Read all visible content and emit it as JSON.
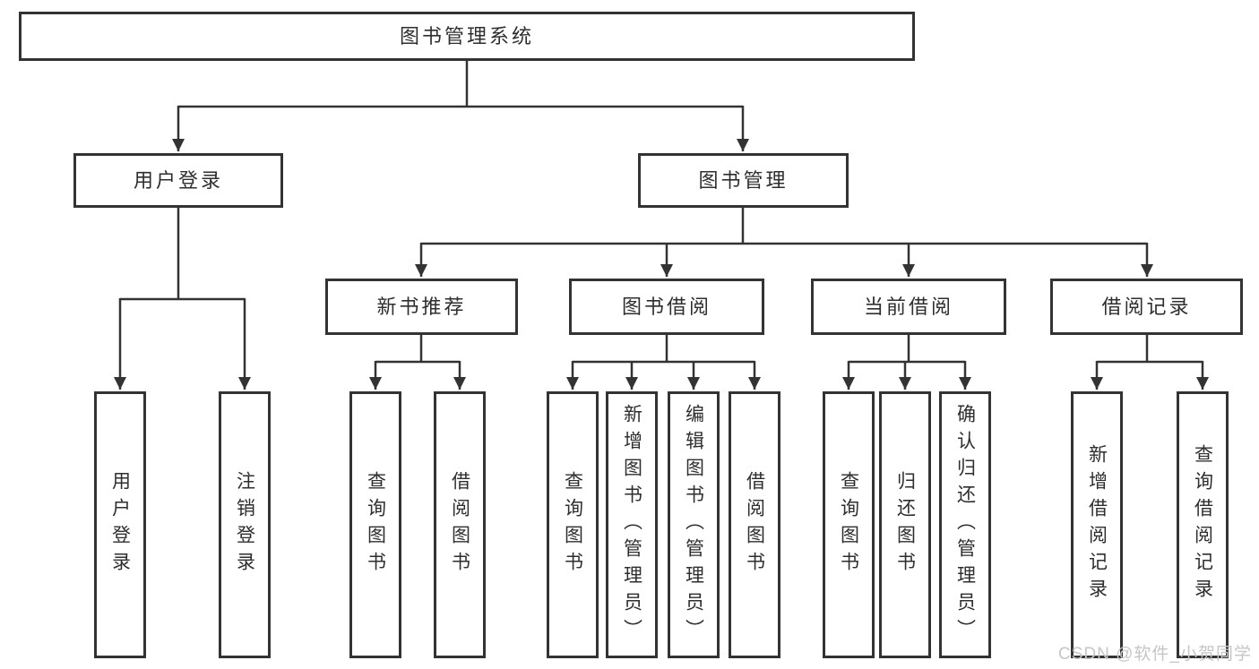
{
  "tree": {
    "root": "图书管理系统",
    "children": [
      {
        "label": "用户登录",
        "children": [
          {
            "label": "用户登录"
          },
          {
            "label": "注销登录"
          }
        ]
      },
      {
        "label": "图书管理",
        "children": [
          {
            "label": "新书推荐",
            "children": [
              {
                "label": "查询图书"
              },
              {
                "label": "借阅图书"
              }
            ]
          },
          {
            "label": "图书借阅",
            "children": [
              {
                "label": "查询图书"
              },
              {
                "label": "新增图书（管理员）"
              },
              {
                "label": "编辑图书（管理员）"
              },
              {
                "label": "借阅图书"
              }
            ]
          },
          {
            "label": "当前借阅",
            "children": [
              {
                "label": "查询图书"
              },
              {
                "label": "归还图书"
              },
              {
                "label": "确认归还（管理员）"
              }
            ]
          },
          {
            "label": "借阅记录",
            "children": [
              {
                "label": "新增借阅记录"
              },
              {
                "label": "查询借阅记录"
              }
            ]
          }
        ]
      }
    ]
  },
  "colors": {
    "line": "#333333",
    "text": "#2e2e2e",
    "watermark": "#c6c6c6"
  },
  "watermark": "CSDN @软件_小贺同学"
}
